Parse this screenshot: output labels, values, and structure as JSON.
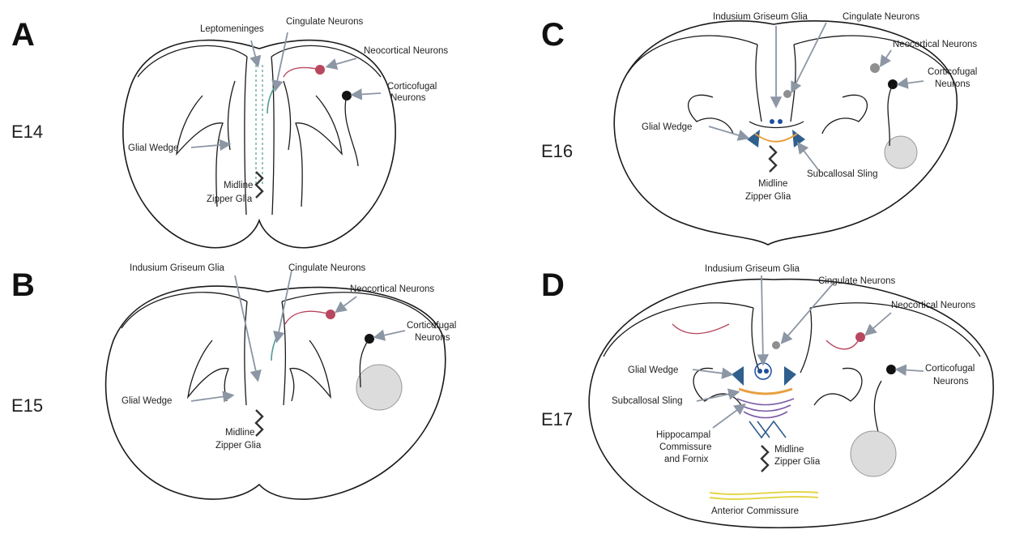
{
  "panels": [
    {
      "letter": "A",
      "stage": "E14",
      "labels": {
        "leptomeninges": "Leptomeninges",
        "cingulate": "Cingulate Neurons",
        "neocortical": "Neocortical Neurons",
        "corticofugal_1": "Corticofugal",
        "corticofugal_2": "Neurons",
        "glial_wedge": "Glial Wedge",
        "zipper_1": "Midline",
        "zipper_2": "Zipper Glia"
      }
    },
    {
      "letter": "B",
      "stage": "E15",
      "labels": {
        "indusium": "Indusium Griseum Glia",
        "cingulate": "Cingulate Neurons",
        "neocortical": "Neocortical Neurons",
        "corticofugal_1": "Corticofugal",
        "corticofugal_2": "Neurons",
        "glial_wedge": "Glial Wedge",
        "zipper_1": "Midline",
        "zipper_2": "Zipper Glia"
      }
    },
    {
      "letter": "C",
      "stage": "E16",
      "labels": {
        "indusium": "Indusium Griseum Glia",
        "cingulate": "Cingulate Neurons",
        "neocortical": "Neocortical Neurons",
        "corticofugal_1": "Corticofugal",
        "corticofugal_2": "Neurons",
        "glial_wedge": "Glial Wedge",
        "sling": "Subcallosal Sling",
        "zipper_1": "Midline",
        "zipper_2": "Zipper Glia"
      }
    },
    {
      "letter": "D",
      "stage": "E17",
      "labels": {
        "indusium": "Indusium Griseum Glia",
        "cingulate": "Cingulate Neurons",
        "neocortical": "Neocortical Neurons",
        "corticofugal_1": "Corticofugal",
        "corticofugal_2": "Neurons",
        "glial_wedge": "Glial Wedge",
        "sling": "Subcallosal Sling",
        "hippo_1": "Hippocampal",
        "hippo_2": "Commissure",
        "hippo_3": "and Fornix",
        "zipper_1": "Midline",
        "zipper_2": "Zipper Glia",
        "anterior": "Anterior Commissure"
      }
    }
  ],
  "colors": {
    "outline": "#1a1a1a",
    "arrow": "#8c96a4",
    "teal_neuron": "#4f9c92",
    "neocortical_neuron": "#b8485f",
    "cingulate_neuron": "#8f8f8f",
    "corticofugal_neuron": "#111111",
    "glia_blue": "#2f5f8c",
    "indusium_glia": "#1e4f9c",
    "sling_orange": "#e8a040",
    "hippocampal_purple": "#7b5aa6",
    "anterior_yellow": "#e3d64a",
    "thalamus_gray": "#dcdcdc"
  }
}
